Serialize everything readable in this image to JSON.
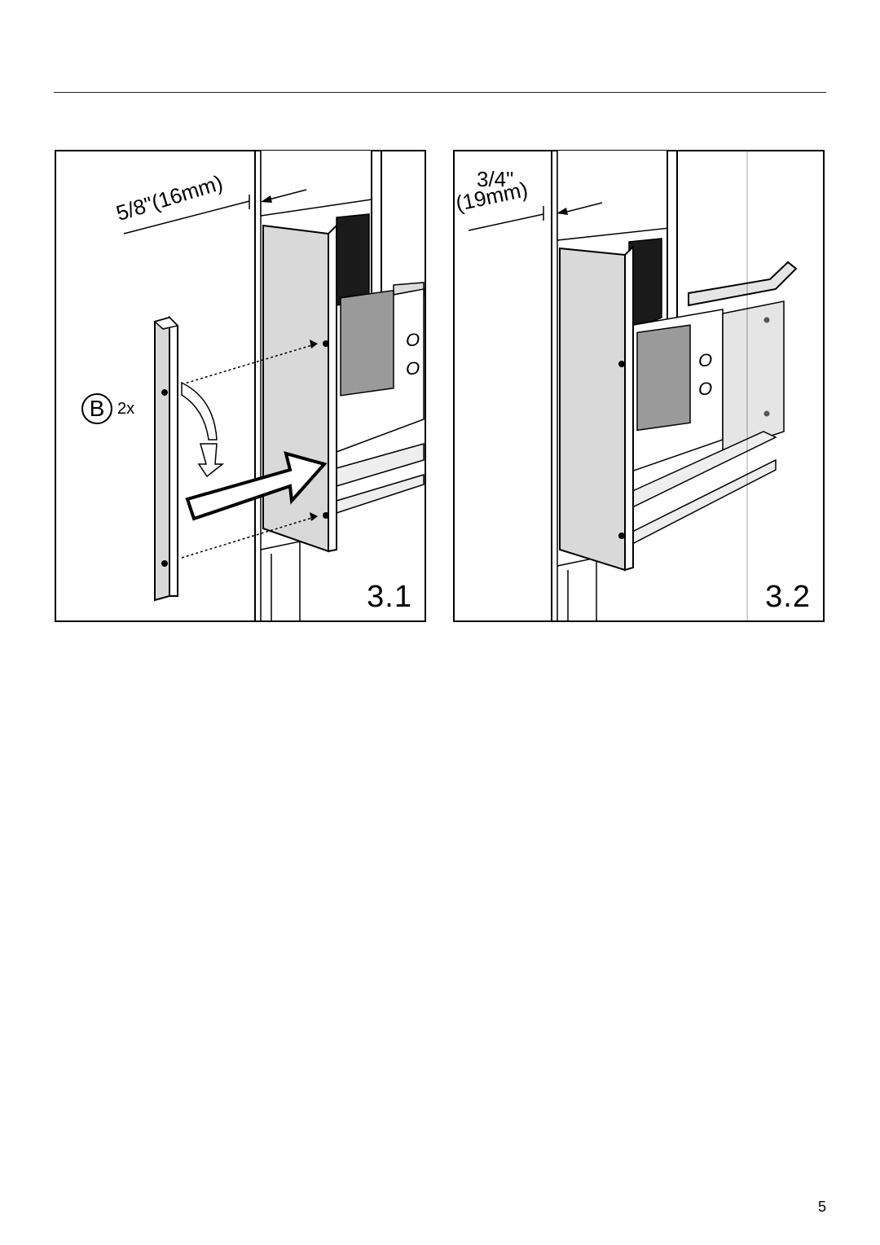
{
  "figures": [
    {
      "label": "3.1",
      "dimension": "5/8\"(16mm)",
      "part_letter": "B",
      "part_quantity": "2x"
    },
    {
      "label": "3.2",
      "dimension_line1": "3/4\"",
      "dimension_line2": "(19mm)"
    }
  ],
  "page_number": "5",
  "icons": [
    "part-b-callout-icon",
    "insert-arrow-icon",
    "rotate-arrow-icon",
    "screw-icon"
  ]
}
